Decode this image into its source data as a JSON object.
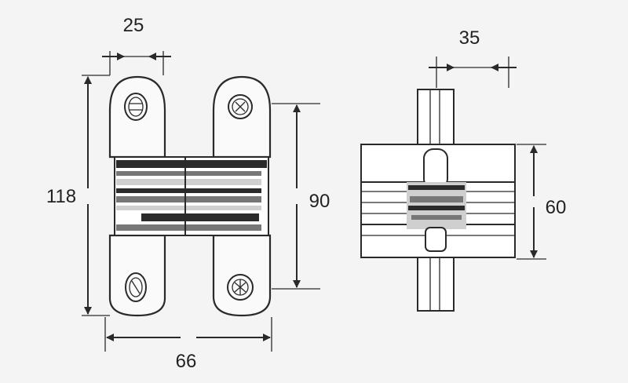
{
  "dimensions": {
    "top_width": "25",
    "total_height": "118",
    "body_height": "90",
    "total_width": "66",
    "side_width": "35",
    "side_height": "60"
  },
  "colors": {
    "line": "#2a2a2a",
    "background": "#f4f4f4"
  }
}
